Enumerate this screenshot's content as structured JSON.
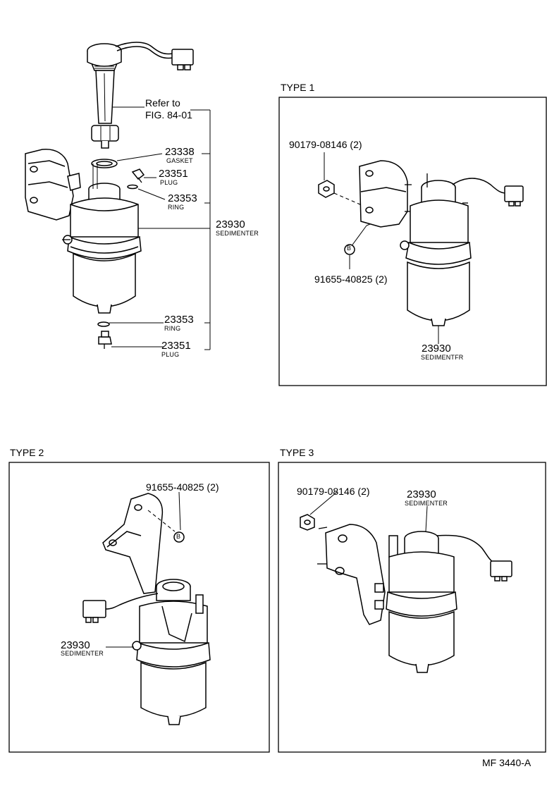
{
  "main": {
    "refer_line1": "Refer to",
    "refer_line2": "FIG. 84-01",
    "callouts": [
      {
        "number": "23338",
        "desc": "GASKET"
      },
      {
        "number": "23351",
        "desc": "PLUG"
      },
      {
        "number": "23353",
        "desc": "RING"
      },
      {
        "number": "23930",
        "desc": "SEDIMENTER"
      },
      {
        "number": "23353",
        "desc": "RING"
      },
      {
        "number": "23351",
        "desc": "PLUG"
      }
    ]
  },
  "type1": {
    "title": "TYPE 1",
    "part_a": "90179-08146 (2)",
    "part_b": "91655-40825 (2)",
    "marker": "B",
    "main_number": "23930",
    "main_desc": "SEDIMENTFR"
  },
  "type2": {
    "title": "TYPE 2",
    "part_b": "91655-40825 (2)",
    "marker": "B",
    "main_number": "23930",
    "main_desc": "SEDIMENTER"
  },
  "type3": {
    "title": "TYPE 3",
    "part_a": "90179-08146 (2)",
    "main_number": "23930",
    "main_desc": "SEDIMENTER"
  },
  "footer": {
    "code": "MF 3440-A"
  }
}
